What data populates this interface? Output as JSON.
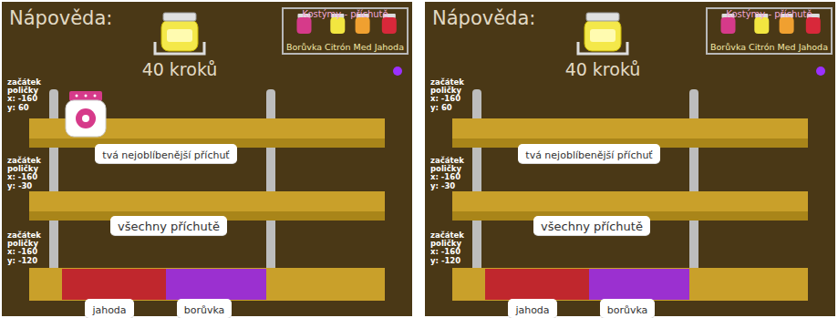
{
  "diagram": {
    "nodes": [
      {
        "text": [
          "Nápověda:"
        ]
      },
      {
        "text": [
          "Kostýmy - příchutě",
          "Borůvka",
          "Citrón",
          "Med",
          "Jahoda"
        ],
        "in": 0
      },
      {
        "text": [
          "tvá nejoblíbenější příchuť"
        ],
        "in": 0
      },
      {
        "text": [
          "všechny příchutě"
        ],
        "in": 0
      },
      {
        "text": [
          "jahoda"
        ],
        "in": 0
      },
      {
        "text": [
          "borůvka"
        ],
        "in": 0
      },
      {
        "text": [
          "Nápověda:"
        ]
      },
      {
        "text": [
          "Kostýmy - příchutě",
          "Borůvka",
          "Citrón",
          "Med",
          "Jahoda"
        ],
        "in": 6
      },
      {
        "text": [
          "tvá nejoblíbenější příchuť"
        ],
        "in": 6
      },
      {
        "text": [
          "všechny příchutě"
        ],
        "in": 6
      },
      {
        "text": [
          "jahoda"
        ],
        "in": 6
      },
      {
        "text": [
          "borůvka"
        ],
        "in": 6
      }
    ],
    "labels": [
      "40 kroků",
      "začátek poličky x: -160 y: 60",
      "začátek poličky x: -160 y: -30",
      "začátek poličky x: -160 y: -120",
      "40 kroků",
      "začátek poličky x: -160 y: 60",
      "začátek poličky x: -160 y: -30",
      "začátek poličky x: -160 y: -120"
    ]
  }
}
